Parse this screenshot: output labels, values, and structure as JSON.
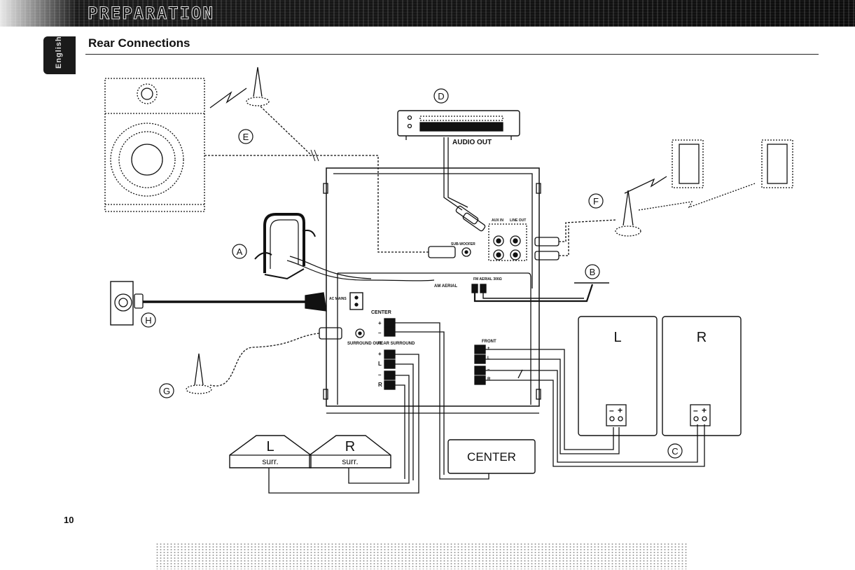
{
  "header": {
    "banner_title": "PREPARATION",
    "lang_tab": "English",
    "section_title": "Rear Connections"
  },
  "diagram": {
    "callouts": [
      "A",
      "B",
      "C",
      "D",
      "E",
      "F",
      "G",
      "H"
    ],
    "device_labels": {
      "audio_out": "AUDIO OUT",
      "aux_in": "AUX IN",
      "line_out": "LINE OUT",
      "sub_woofer": "SUB-WOOFER",
      "fm_aerial": "FM AERIAL 300Ω",
      "am_aerial": "AM AERIAL",
      "ac_mains": "AC MAINS",
      "center": "CENTER",
      "surround_out": "SURROUND OUT",
      "rear_surround": "REAR SURROUND",
      "front": "FRONT"
    },
    "terminal_signs": {
      "plus": "+",
      "minus": "–",
      "l": "L",
      "r": "R"
    },
    "speakers": {
      "front_left": "L",
      "front_right": "R",
      "surround_left": "L",
      "surround_right": "R",
      "surround_sub": "surr.",
      "center": "CENTER"
    }
  },
  "footer": {
    "page_number": "10"
  },
  "colors": {
    "ink": "#111111",
    "banner_dark": "#0d0d0d",
    "paper": "#ffffff"
  }
}
